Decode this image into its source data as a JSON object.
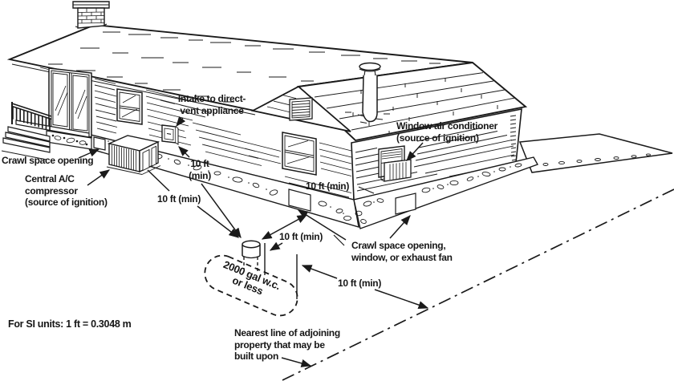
{
  "diagram": {
    "si_note": "For SI units: 1 ft = 0.3048 m",
    "callouts": {
      "intake": {
        "line1": "Intake to direct-",
        "line2": "vent appliance"
      },
      "crawl_space_left": {
        "line1": "Crawl space opening"
      },
      "central_ac": {
        "line1": "Central A/C",
        "line2": "compressor",
        "line3": "(source of ignition)"
      },
      "window_ac": {
        "line1": "Window air conditioner",
        "line2": "(source of ignition)"
      },
      "crawl_space_right": {
        "line1": "Crawl space opening,",
        "line2": "window, or exhaust fan"
      },
      "property_line": {
        "line1": "Nearest line of adjoining",
        "line2": "property that may be",
        "line3": "built upon"
      },
      "tank": {
        "line1": "2000 gal w.c.",
        "line2": "or less"
      }
    },
    "clearances": {
      "intake": {
        "line1": "10 ft",
        "line2": "(min)"
      },
      "ac_to_tank": "10 ft (min)",
      "wall": "10 ft (min)",
      "tank_to_building": "10 ft (min)",
      "tank_to_property": "10 ft (min)"
    },
    "colors": {
      "ink": "#1a1a1a",
      "paper": "#ffffff"
    }
  }
}
